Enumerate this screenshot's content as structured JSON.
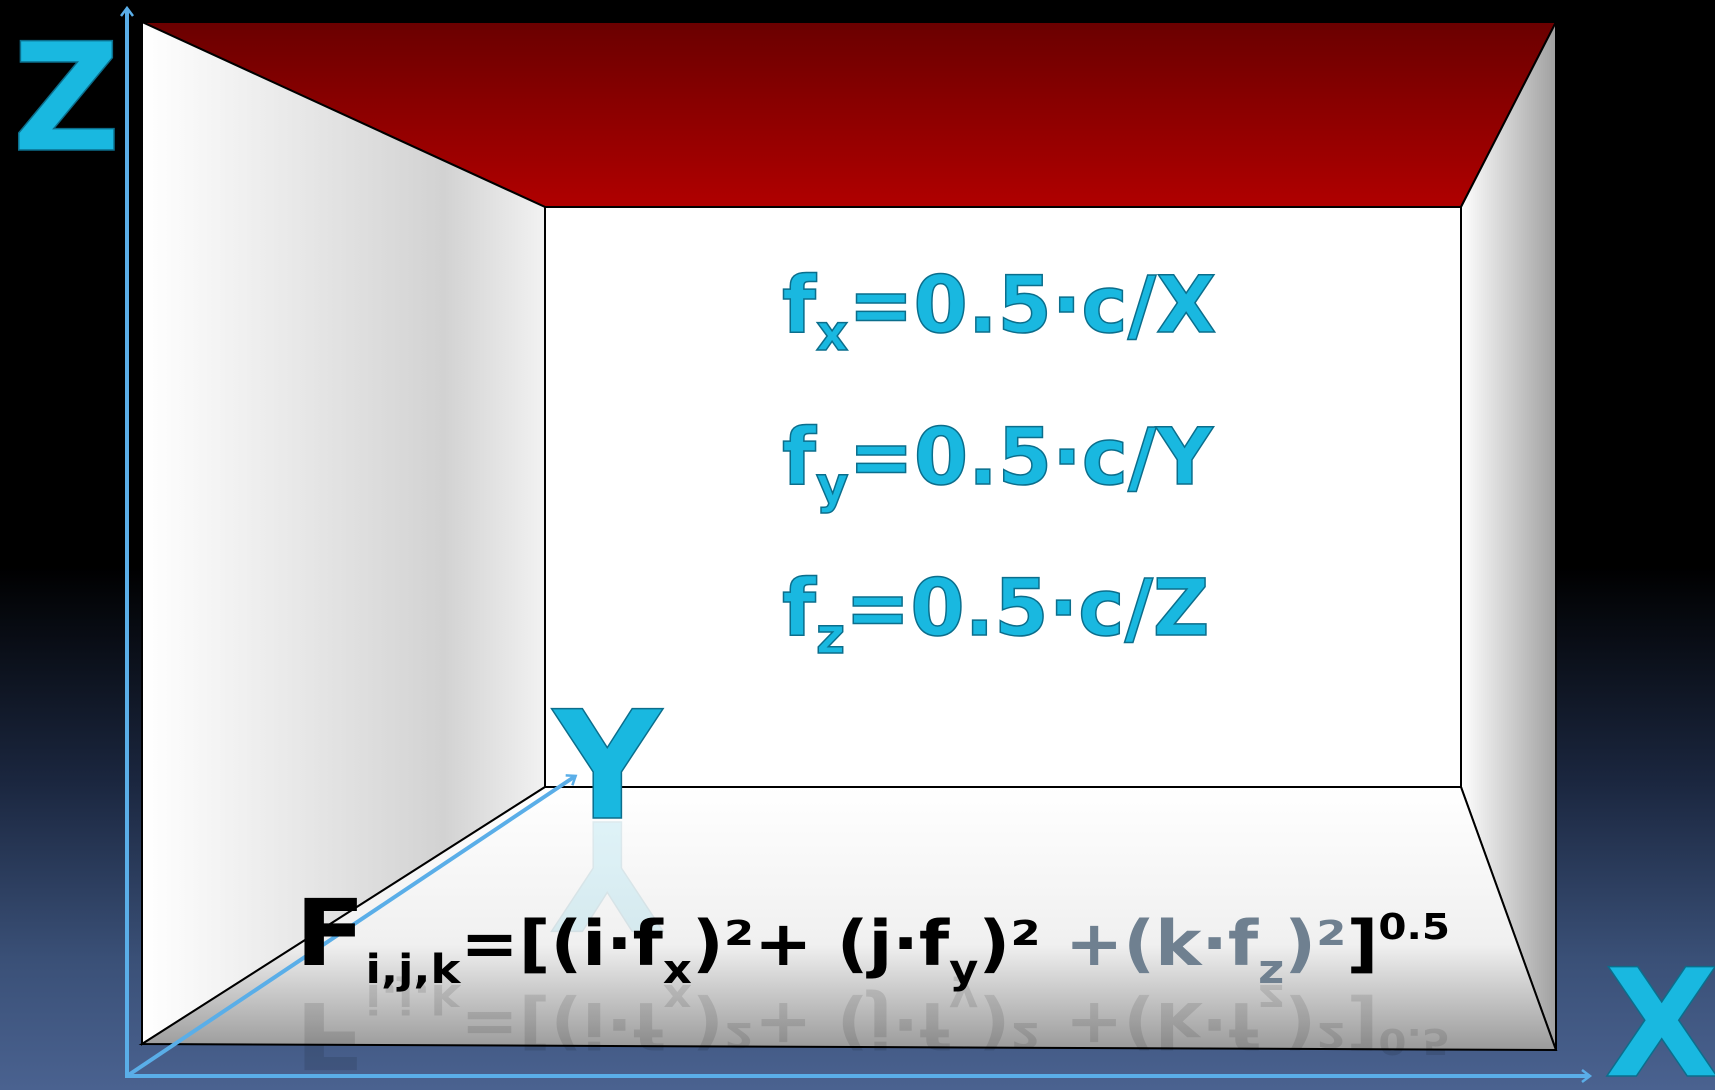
{
  "axes": {
    "z_label": "Z",
    "y_label": "Y",
    "x_label": "X"
  },
  "frequencies": [
    {
      "base": "f",
      "sub": "x",
      "rest": "=0.5·c/X"
    },
    {
      "base": "f",
      "sub": "y",
      "rest": "=0.5·c/Y"
    },
    {
      "base": "f",
      "sub": "z",
      "rest": "=0.5·c/Z"
    }
  ],
  "formula": {
    "F": "F",
    "F_sub": "i,j,k",
    "p1": "=[(i·f",
    "s1": "x",
    "p2": ")²+ (j·f",
    "s2": "y",
    "p3": ")² ",
    "p4": "+(k·f",
    "s3": "z",
    "p5": ")²",
    "p6": "]",
    "exp": "0.5"
  },
  "colors": {
    "ceiling": "#8b0000",
    "walls": "#ffffff",
    "axis_lines": "#5aaee8",
    "text_accent": "#19b8e0"
  }
}
